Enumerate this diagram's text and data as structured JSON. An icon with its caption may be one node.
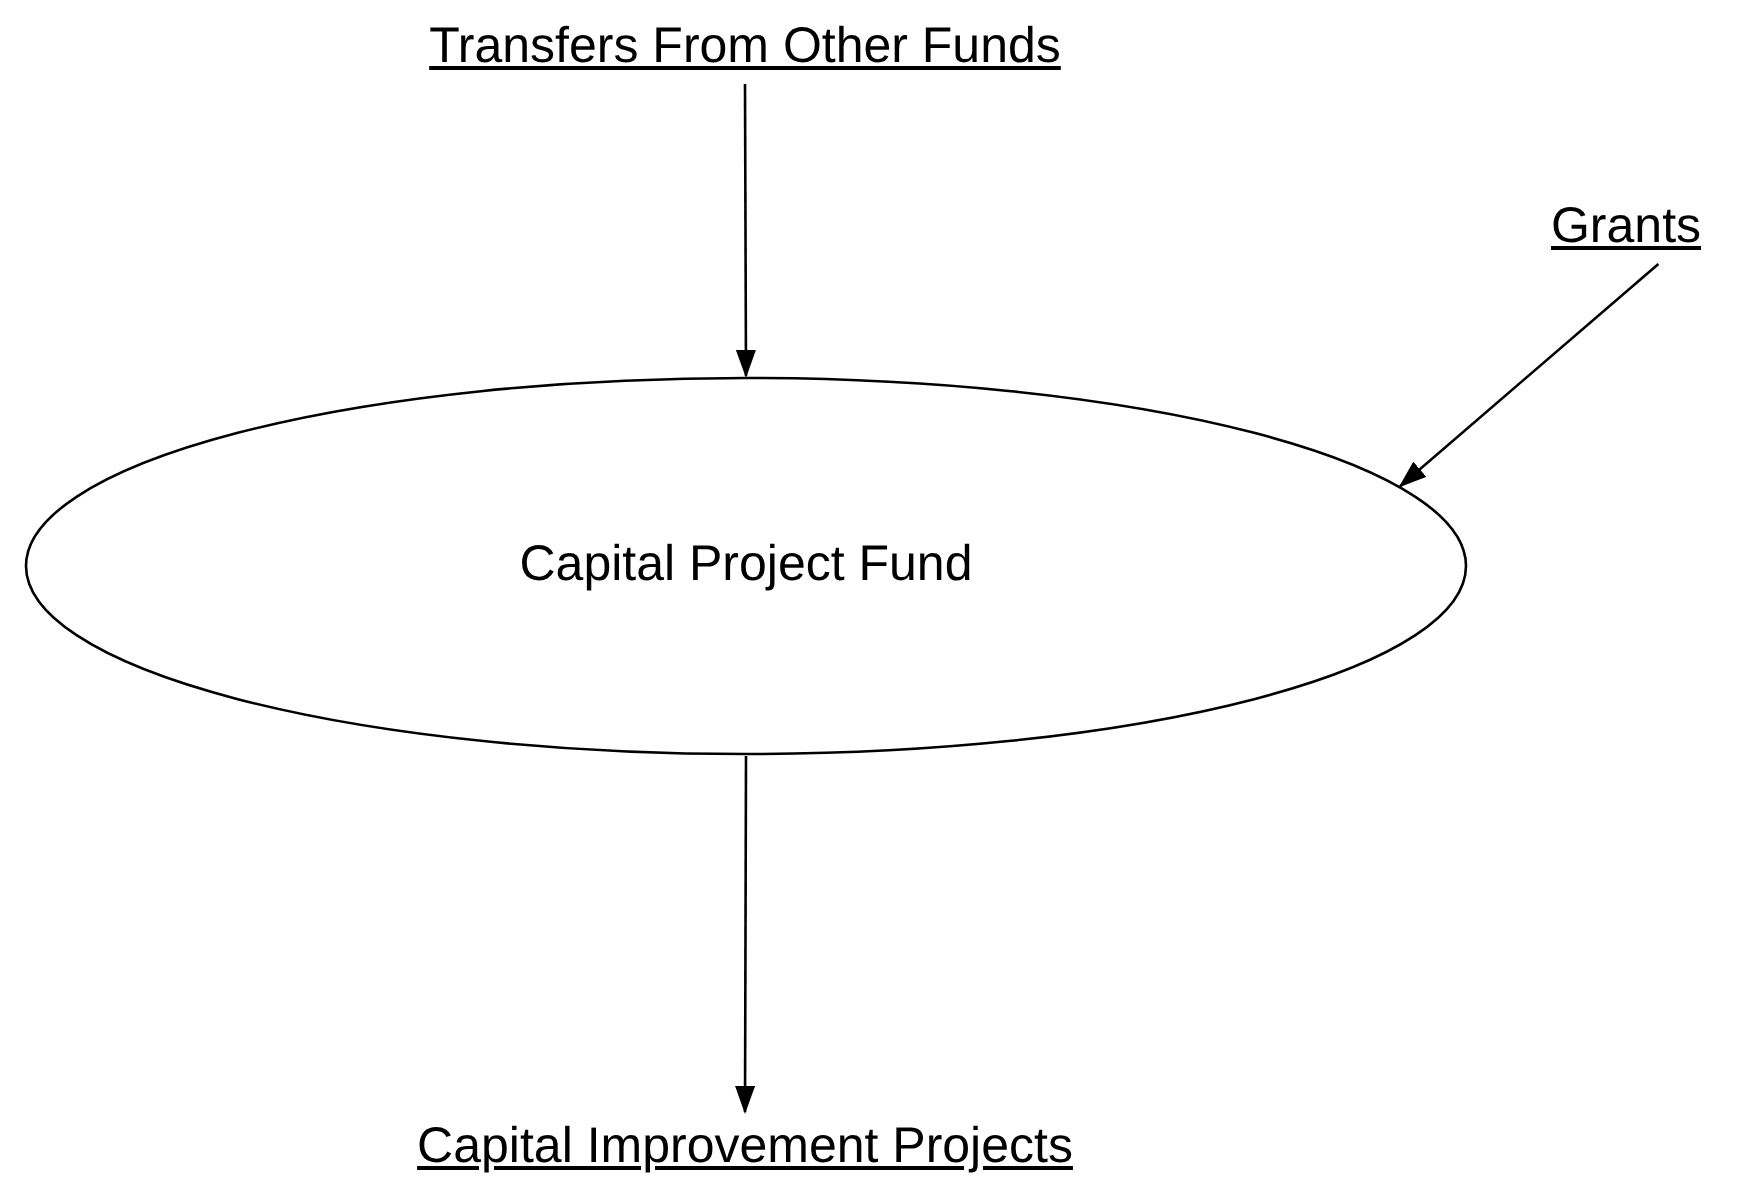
{
  "diagram": {
    "nodes": [
      {
        "text": [
          "Transfers From Other Funds"
        ]
      },
      {
        "text": [
          "Grants"
        ]
      },
      {
        "text": [
          "Capital Project Fund"
        ]
      },
      {
        "text": [
          "Capital Improvement Projects"
        ]
      }
    ],
    "edges": [
      {
        "from": 0,
        "to": 2,
        "arrow": "to"
      },
      {
        "from": 1,
        "to": 2,
        "arrow": "to"
      },
      {
        "from": 2,
        "to": 3,
        "arrow": "to"
      }
    ]
  }
}
